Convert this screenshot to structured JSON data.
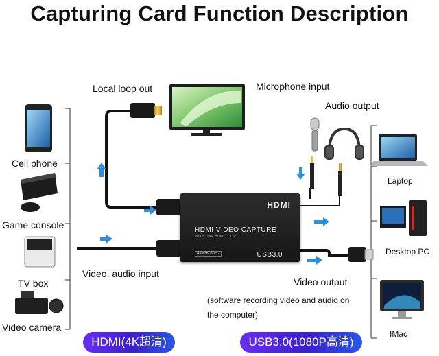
{
  "title": "Capturing Card Function Description",
  "labels": {
    "local_loop_out": "Local loop out",
    "microphone_input": "Microphone input",
    "audio_output": "Audio output",
    "video_audio_input": "Video, audio input",
    "video_output": "Video output",
    "video_output_note_1": "(software recording video and audio on",
    "video_output_note_2": "the computer)"
  },
  "left_devices": [
    "Cell phone",
    "Game console",
    "TV box",
    "Video camera"
  ],
  "right_devices": [
    "Laptop",
    "Desktop PC",
    "IMac"
  ],
  "capture_card": {
    "port_label": "HDMI",
    "name": "HDMI VIDEO CAPTURE",
    "subtitle": "WITH ONE HDMI LOOP",
    "resolution": "4Kx2K 60Hz",
    "usb_label": "USB3.0"
  },
  "badges": {
    "hdmi": "HDMI(4K超清)",
    "usb": "USB3.0(1080P高清)"
  },
  "colors": {
    "arrow": "#2a8fdc",
    "badge_start": "#6a2ef0",
    "badge_end": "#2a57e8"
  }
}
